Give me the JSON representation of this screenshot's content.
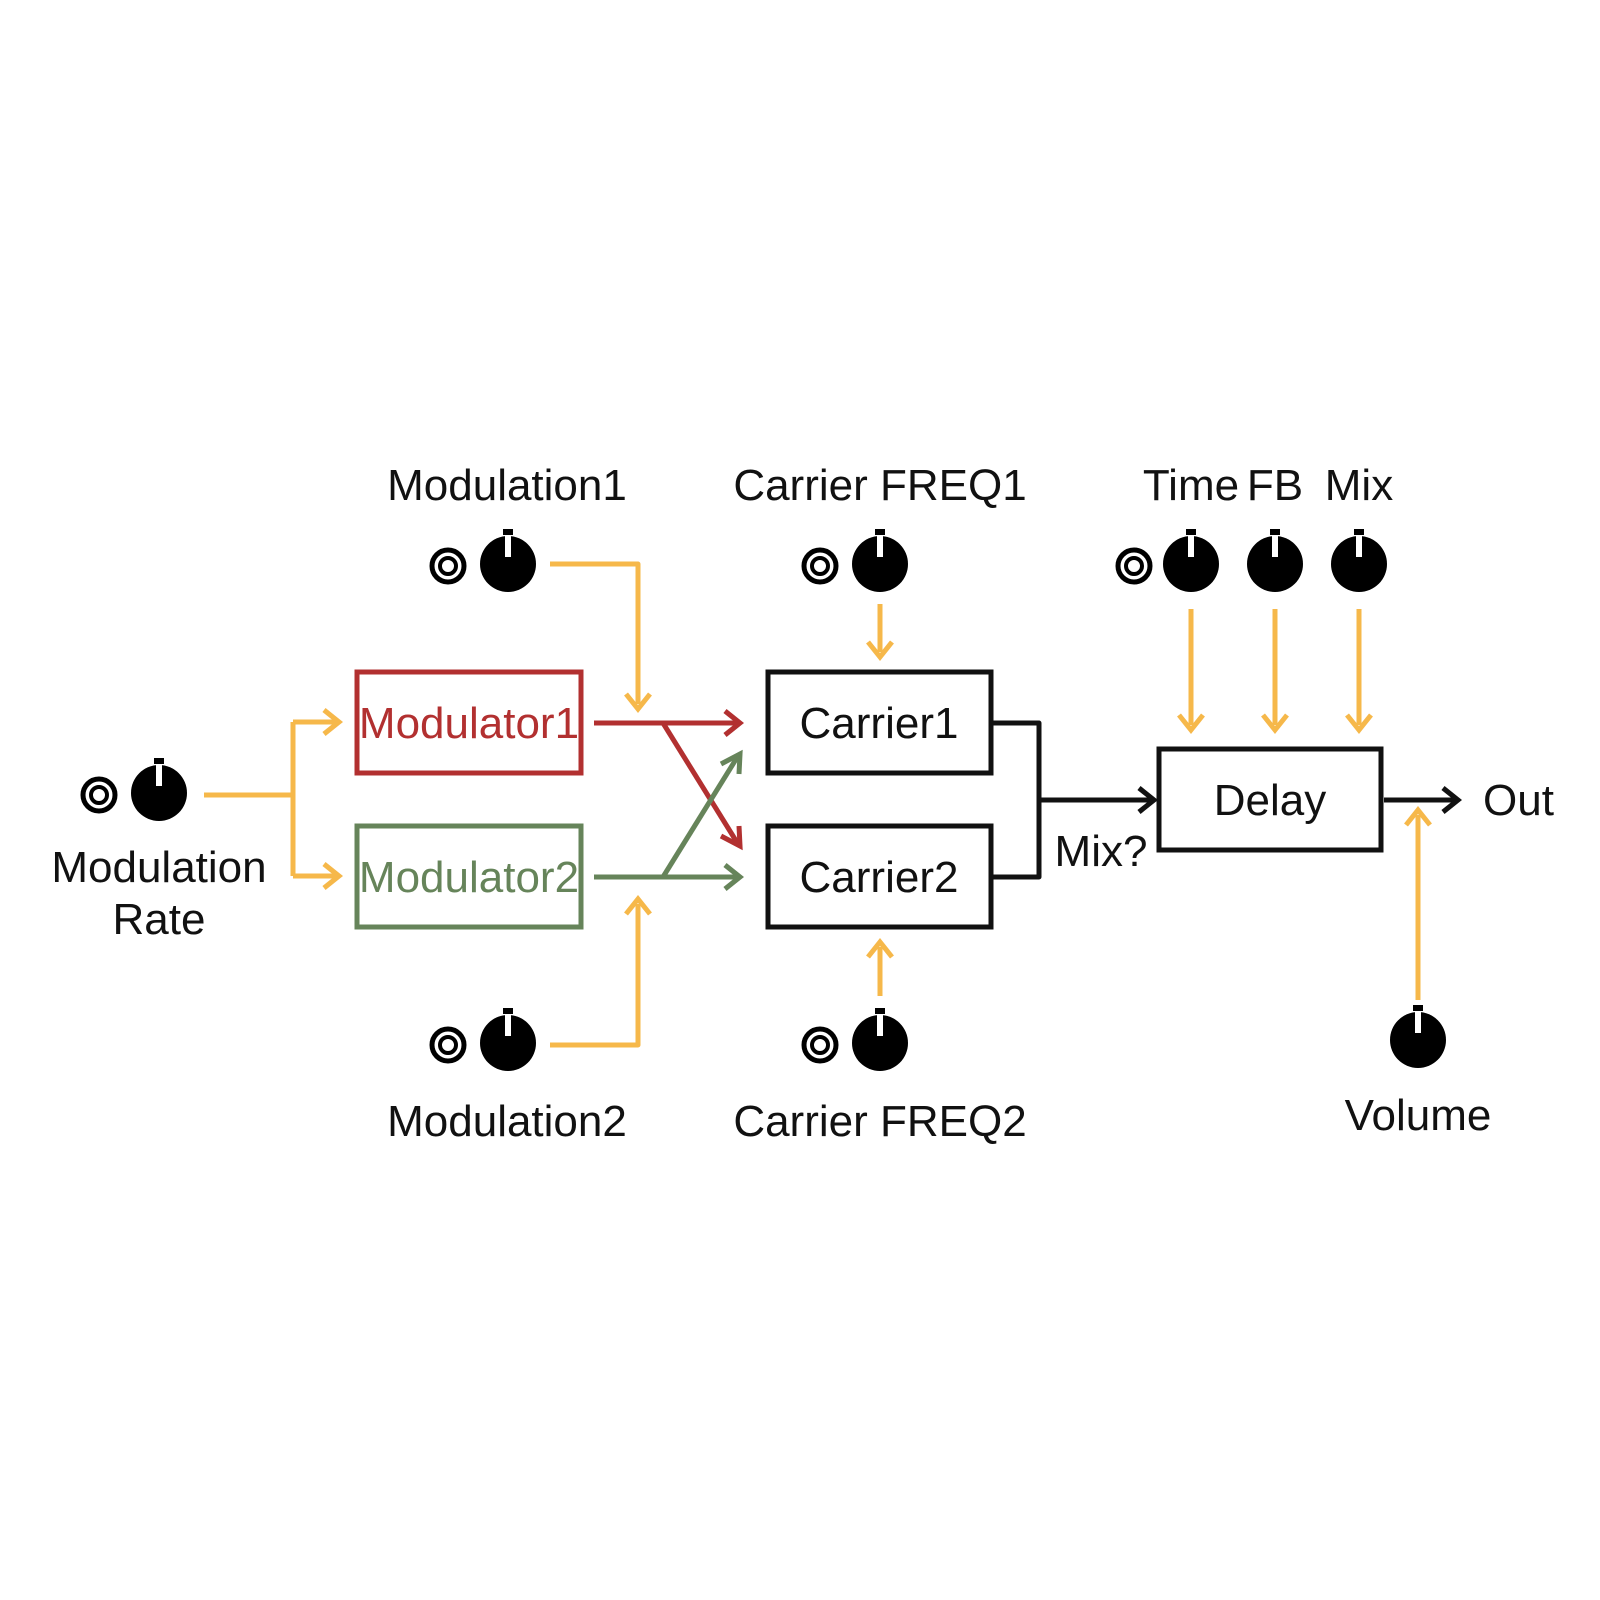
{
  "colors": {
    "control": "#f6b84a",
    "modulator1": "#b23030",
    "modulator2": "#66845a",
    "signal": "#111111",
    "knob": "#000000",
    "background": "#ffffff"
  },
  "controls": {
    "modulation_rate": {
      "label_line1": "Modulation",
      "label_line2": "Rate",
      "icons": [
        "jack-icon",
        "knob-icon"
      ]
    },
    "modulation1": {
      "label": "Modulation1",
      "icons": [
        "jack-icon",
        "knob-icon"
      ]
    },
    "modulation2": {
      "label": "Modulation2",
      "icons": [
        "jack-icon",
        "knob-icon"
      ]
    },
    "carrier_freq1": {
      "label": "Carrier FREQ1",
      "icons": [
        "jack-icon",
        "knob-icon"
      ]
    },
    "carrier_freq2": {
      "label": "Carrier FREQ2",
      "icons": [
        "jack-icon",
        "knob-icon"
      ]
    },
    "time": {
      "label": "Time",
      "icons": [
        "jack-icon",
        "knob-icon"
      ]
    },
    "fb": {
      "label": "FB",
      "icons": [
        "knob-icon"
      ]
    },
    "mix": {
      "label": "Mix",
      "icons": [
        "knob-icon"
      ]
    },
    "volume": {
      "label": "Volume",
      "icons": [
        "knob-icon"
      ]
    }
  },
  "blocks": {
    "modulator1": "Modulator1",
    "modulator2": "Modulator2",
    "carrier1": "Carrier1",
    "carrier2": "Carrier2",
    "delay": "Delay"
  },
  "labels": {
    "mix_question": "Mix?",
    "out": "Out"
  }
}
